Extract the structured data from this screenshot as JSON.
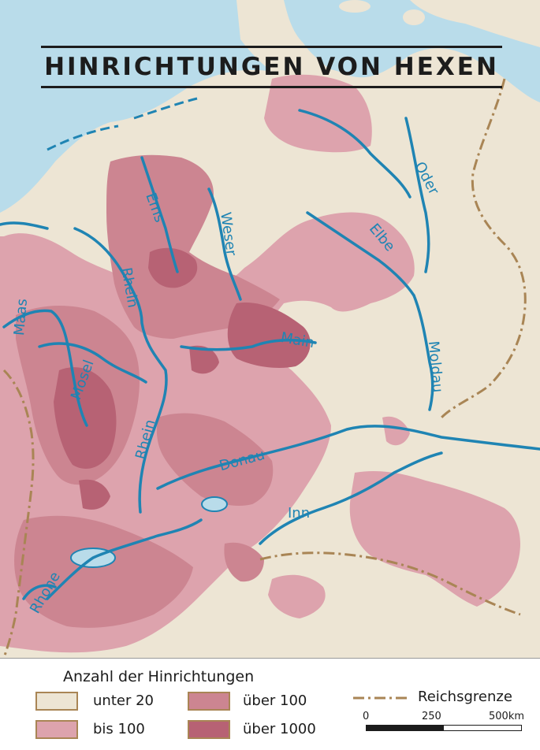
{
  "map": {
    "title": "HINRICHTUNGEN VON HEXEN",
    "rivers": [
      "Ems",
      "Weser",
      "Oder",
      "Elbe",
      "Rhein",
      "Maas",
      "Mosel",
      "Main",
      "Moldau",
      "Rhein",
      "Donau",
      "Inn",
      "Rhone"
    ]
  },
  "legend": {
    "title": "Anzahl der Hinrichtungen",
    "items": [
      {
        "label": "unter 20",
        "color": "#ede5d4"
      },
      {
        "label": "bis 100",
        "color": "#dda3ad"
      },
      {
        "label": "über 100",
        "color": "#cc8591"
      },
      {
        "label": "über 1000",
        "color": "#b76274"
      }
    ],
    "border_label": "Reichsgrenze",
    "scale": {
      "ticks": [
        "0",
        "250",
        "500km"
      ]
    }
  },
  "colors": {
    "sea": "#b9dcea",
    "land": "#ede5d4",
    "river": "#1f84b3",
    "border": "#a98555"
  }
}
